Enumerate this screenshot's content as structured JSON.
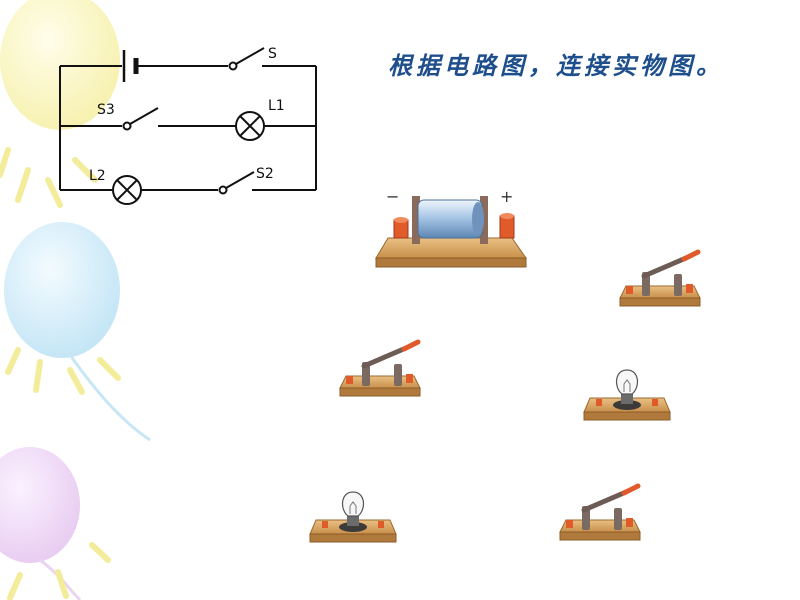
{
  "title": "根据电路图，连接实物图。",
  "circuit": {
    "labels": {
      "switch_s": "S",
      "switch_s3": "S3",
      "lamp_l1": "L1",
      "lamp_l2": "L2",
      "switch_s2": "S2"
    }
  },
  "battery": {
    "minus": "−",
    "plus": "+"
  },
  "components": [
    {
      "kind": "knife-switch"
    },
    {
      "kind": "knife-switch"
    },
    {
      "kind": "bulb-on-base"
    },
    {
      "kind": "bulb-on-base"
    },
    {
      "kind": "knife-switch"
    }
  ],
  "colors": {
    "title": "#1e4f8c",
    "wood": "#dcae6e",
    "terminal": "#e05a2a",
    "coil": "#a9c7e6"
  }
}
